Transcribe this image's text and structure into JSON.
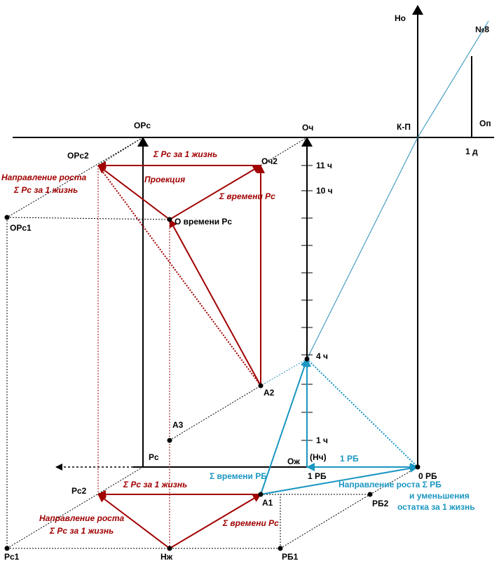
{
  "colors": {
    "axis": "#000000",
    "red": "#a00000",
    "blue": "#1a96c2",
    "blue_line": "#2a8fb8"
  },
  "labels": {
    "no": "Но",
    "n8": "№8",
    "op": "Оп",
    "one_d": "1 д",
    "kp": "К-П",
    "ops": "ОРс",
    "och": "Оч",
    "ops2": "ОРс2",
    "och2": "Оч2",
    "ops1": "ОРс1",
    "o_vremeni_rs": "О времени Рс",
    "a2": "А2",
    "a3": "А3",
    "a1": "А1",
    "rs": "Рс",
    "ozh": "Ож",
    "nch": "(Нч)",
    "rs2": "Рс2",
    "rs1": "Рс1",
    "nzh": "Нж",
    "rb1": "РБ1",
    "rb2": "РБ2",
    "zero_rb": "0 РБ",
    "one_rb_axis": "1 РБ",
    "one_rb_blue": "1 РБ"
  },
  "ticks": {
    "h11": "11 ч",
    "h10": "10 ч",
    "h4": "4 ч",
    "h1": "1 ч"
  },
  "annotations": {
    "sum_rs_top": "Σ Рс за 1 жизнь",
    "dir_top_1": "Направление роста",
    "dir_top_2": "Σ Рс за 1 жизнь",
    "proekciya": "Проекция",
    "sum_vremeni_rs_top": "Σ времени Рс",
    "sum_rs_bottom": "Σ Рс за 1 жизнь",
    "dir_bottom_1": "Направление роста",
    "dir_bottom_2": "Σ Рс за 1 жизнь",
    "sum_vremeni_rs_bottom": "Σ времени Рс",
    "sum_vremeni_rb": "Σ времени РБ",
    "dir_rb_1": "Направление роста Σ РБ",
    "dir_rb_2": "и уменьшения",
    "dir_rb_3": "остатка за 1 жизнь"
  }
}
